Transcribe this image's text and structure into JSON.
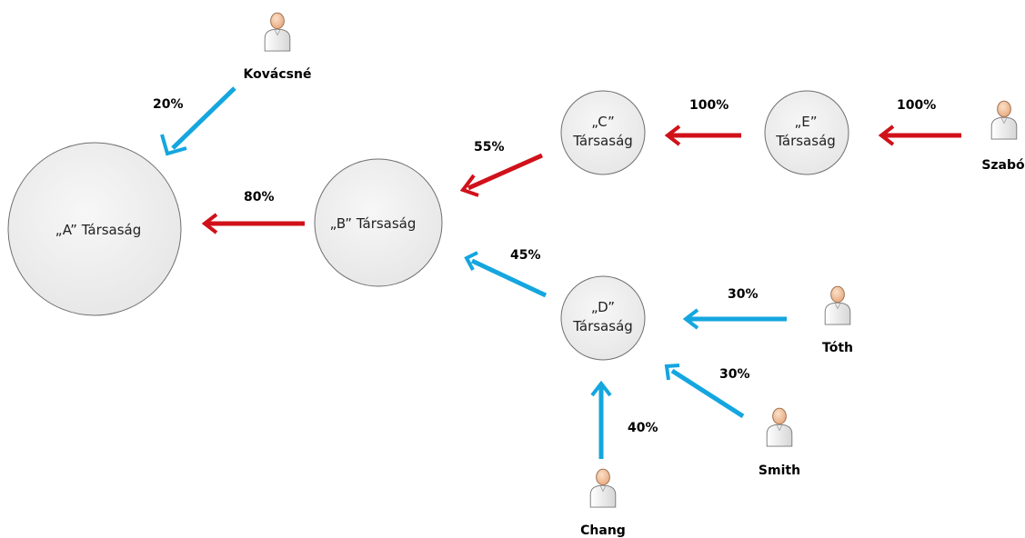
{
  "colors": {
    "red_arrow": "#d0111a",
    "blue_arrow": "#14a6df",
    "circle_fill": "#f0f0f0",
    "circle_stroke": "#6f6f6f",
    "person_skin": "#f2c4a0",
    "person_body": "#eeeeee"
  },
  "companies": {
    "a": {
      "line1": "„A” Társaság",
      "line2": ""
    },
    "b": {
      "line1": "„B” Társaság",
      "line2": ""
    },
    "c": {
      "line1": "„C”",
      "line2": "Társaság"
    },
    "d": {
      "line1": "„D”",
      "line2": "Társaság"
    },
    "e": {
      "line1": "„E”",
      "line2": "Társaság"
    }
  },
  "persons": {
    "kovacsne": {
      "name": "Kovácsné",
      "icon": "person-icon"
    },
    "szabo": {
      "name": "Szabó",
      "icon": "person-icon"
    },
    "toth": {
      "name": "Tóth",
      "icon": "person-icon"
    },
    "smith": {
      "name": "Smith",
      "icon": "person-icon"
    },
    "chang": {
      "name": "Chang",
      "icon": "person-icon"
    }
  },
  "ownership": {
    "kovacsne_a": "20%",
    "b_a": "80%",
    "c_b": "55%",
    "d_b": "45%",
    "e_c": "100%",
    "szabo_e": "100%",
    "toth_d": "30%",
    "smith_d": "30%",
    "chang_d": "40%"
  }
}
